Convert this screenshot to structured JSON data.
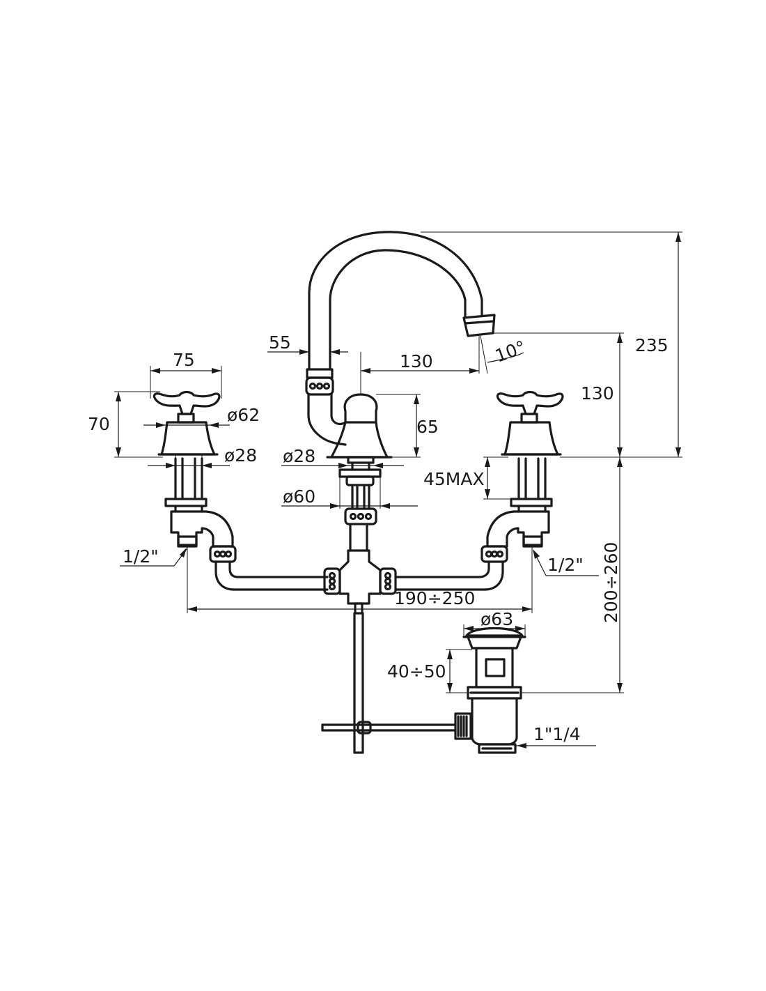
{
  "dimensions": {
    "handle_width": "75",
    "handle_height": "70",
    "handle_diameter": "ø62",
    "handle_shank_diameter": "ø28",
    "spout_offset": "55",
    "spout_reach": "130",
    "spout_angle": "10°",
    "spout_height_total": "235",
    "spout_outlet_height": "130",
    "spout_base_height": "65",
    "spout_shank_diameter": "ø28",
    "spout_flange_diameter": "ø60",
    "max_deck_thickness": "45MAX",
    "inlet_left": "1/2\"",
    "inlet_right": "1/2\"",
    "handle_spacing": "190÷250",
    "install_depth": "200÷260",
    "waste_diameter": "ø63",
    "waste_height": "40÷50",
    "waste_thread": "1\"1/4"
  }
}
